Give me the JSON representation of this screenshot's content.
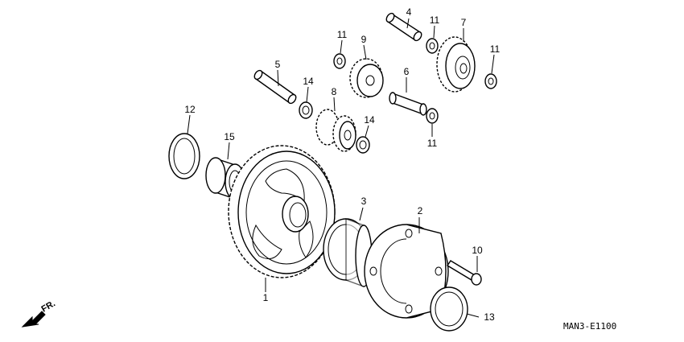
{
  "diagram_code": "MAN3-E1100",
  "direction_label": "FR.",
  "callouts": [
    {
      "id": "1",
      "text": "1"
    },
    {
      "id": "2",
      "text": "2"
    },
    {
      "id": "3",
      "text": "3"
    },
    {
      "id": "4",
      "text": "4"
    },
    {
      "id": "5",
      "text": "5"
    },
    {
      "id": "6",
      "text": "6"
    },
    {
      "id": "7",
      "text": "7"
    },
    {
      "id": "8",
      "text": "8"
    },
    {
      "id": "9",
      "text": "9"
    },
    {
      "id": "10",
      "text": "10"
    },
    {
      "id": "11a",
      "text": "11"
    },
    {
      "id": "11b",
      "text": "11"
    },
    {
      "id": "11c",
      "text": "11"
    },
    {
      "id": "11d",
      "text": "11"
    },
    {
      "id": "12",
      "text": "12"
    },
    {
      "id": "13",
      "text": "13"
    },
    {
      "id": "14a",
      "text": "14"
    },
    {
      "id": "14b",
      "text": "14"
    },
    {
      "id": "15",
      "text": "15"
    }
  ]
}
